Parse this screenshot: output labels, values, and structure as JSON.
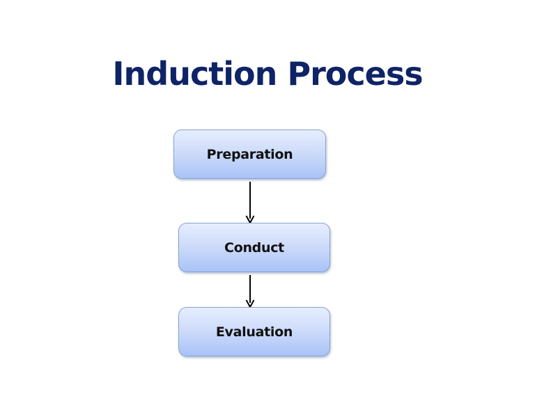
{
  "title": "Induction Process",
  "steps": [
    {
      "label": "Preparation"
    },
    {
      "label": "Conduct"
    },
    {
      "label": "Evaluation"
    }
  ],
  "colors": {
    "title": "#0f2466",
    "box_top": "#e6eeff",
    "box_bottom": "#a9c3f7",
    "box_border": "#8aa2cf",
    "arrow": "#000000",
    "label": "#111111"
  },
  "connectors": [
    {
      "from": "Preparation",
      "to": "Conduct",
      "icon": "arrow-down-icon"
    },
    {
      "from": "Conduct",
      "to": "Evaluation",
      "icon": "arrow-down-icon"
    }
  ]
}
